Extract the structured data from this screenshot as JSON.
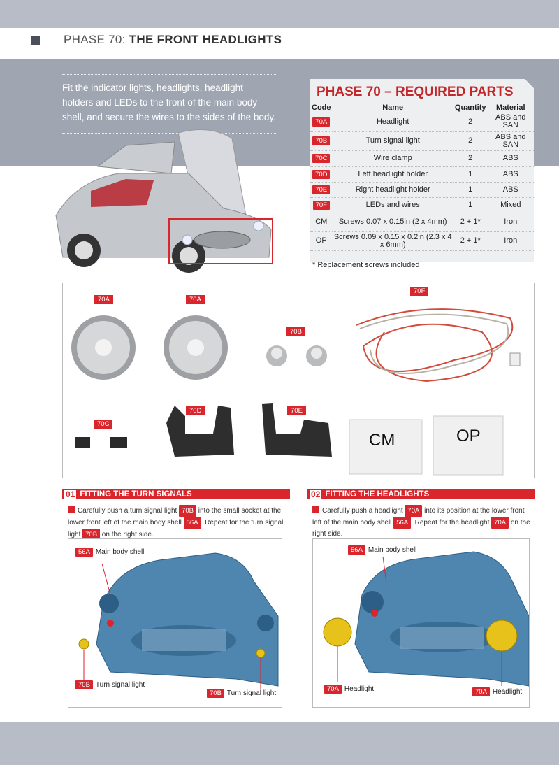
{
  "header": {
    "prefix": "PHASE 70: ",
    "title": "THE FRONT HEADLIGHTS"
  },
  "intro": "Fit the indicator lights, headlights, headlight holders and LEDs to the front of the main body shell, and secure the wires to the sides of the body.",
  "parts": {
    "heading": "PHASE 70 – REQUIRED PARTS",
    "columns": [
      "Code",
      "Name",
      "Quantity",
      "Material"
    ],
    "rows": [
      {
        "code": "70A",
        "name": "Headlight",
        "qty": "2",
        "mat": "ABS and SAN"
      },
      {
        "code": "70B",
        "name": "Turn signal light",
        "qty": "2",
        "mat": "ABS and SAN"
      },
      {
        "code": "70C",
        "name": "Wire clamp",
        "qty": "2",
        "mat": "ABS"
      },
      {
        "code": "70D",
        "name": "Left headlight holder",
        "qty": "1",
        "mat": "ABS"
      },
      {
        "code": "70E",
        "name": "Right headlight holder",
        "qty": "1",
        "mat": "ABS"
      },
      {
        "code": "70F",
        "name": "LEDs and wires",
        "qty": "1",
        "mat": "Mixed"
      },
      {
        "code": "CM",
        "name": "Screws 0.07 x 0.15in (2 x 4mm)",
        "qty": "2 + 1*",
        "mat": "Iron"
      },
      {
        "code": "OP",
        "name": "Screws 0.09 x 0.15 x 0.2in (2.3 x 4 x 6mm)",
        "qty": "2 + 1*",
        "mat": "Iron"
      }
    ],
    "note": "* Replacement screws included"
  },
  "photo_labels": {
    "a1": "70A",
    "a2": "70A",
    "b": "70B",
    "c": "70C",
    "d": "70D",
    "e": "70E",
    "f": "70F",
    "cm": "CM",
    "op": "OP"
  },
  "step1": {
    "num": "01",
    "title": "FITTING THE TURN SIGNALS",
    "t1": "Carefully push a turn signal light ",
    "c1": "70B",
    "t2": " into the small socket at the lower front left of the main body shell ",
    "c2": "56A",
    "t3": ". Repeat for the turn signal light ",
    "c3": "70B",
    "t4": " on the right side.",
    "callout_a_code": "56A",
    "callout_a_text": "Main body shell",
    "callout_b_code": "70B",
    "callout_b_text": "Turn signal light",
    "callout_c_code": "70B",
    "callout_c_text": "Turn signal light"
  },
  "step2": {
    "num": "02",
    "title": "FITTING THE HEADLIGHTS",
    "t1": "Carefully push a headlight ",
    "c1": "70A",
    "t2": " into its position at the lower front left of the main body shell ",
    "c2": "56A",
    "t3": ". Repeat for the headlight ",
    "c3": "70A",
    "t4": " on the right side.",
    "callout_a_code": "56A",
    "callout_a_text": "Main body shell",
    "callout_b_code": "70A",
    "callout_b_text": "Headlight",
    "callout_c_code": "70A",
    "callout_c_text": "Headlight"
  },
  "colors": {
    "accent": "#d8262c",
    "body_blue": "#4f86b0",
    "yellow": "#e6c21a"
  }
}
